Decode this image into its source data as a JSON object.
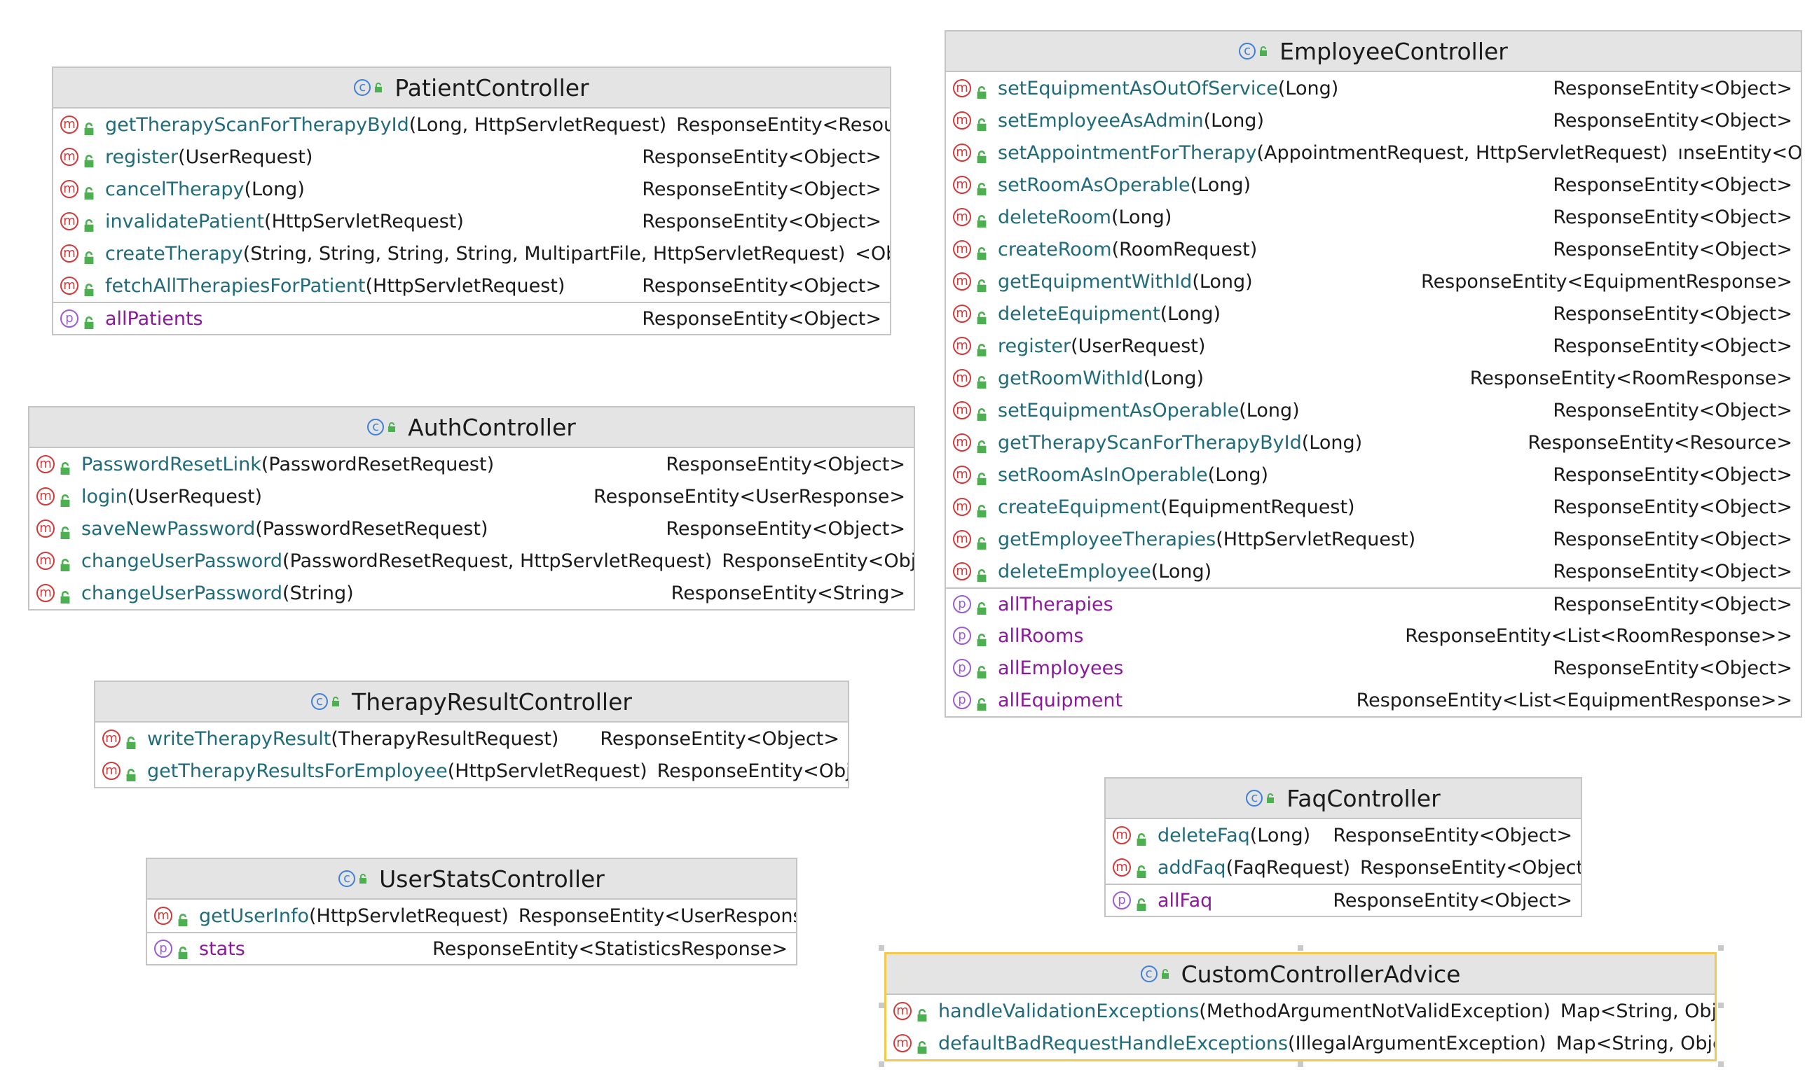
{
  "classes": {
    "patient": {
      "name": "PatientController",
      "methods": [
        {
          "name": "getTherapyScanForTherapyById",
          "params": "(Long, HttpServletRequest)",
          "ret": "ResponseEntity<Resource>"
        },
        {
          "name": "register",
          "params": "(UserRequest)",
          "ret": "ResponseEntity<Object>"
        },
        {
          "name": "cancelTherapy",
          "params": "(Long)",
          "ret": "ResponseEntity<Object>"
        },
        {
          "name": "invalidatePatient",
          "params": "(HttpServletRequest)",
          "ret": "ResponseEntity<Object>"
        },
        {
          "name": "createTherapy",
          "params": "(String, String, String, String, MultipartFile, HttpServletRequest)",
          "ret": "<Object>"
        },
        {
          "name": "fetchAllTherapiesForPatient",
          "params": "(HttpServletRequest)",
          "ret": "ResponseEntity<Object>"
        }
      ],
      "properties": [
        {
          "name": "allPatients",
          "ret": "ResponseEntity<Object>"
        }
      ]
    },
    "auth": {
      "name": "AuthController",
      "methods": [
        {
          "name": "PasswordResetLink",
          "params": "(PasswordResetRequest)",
          "ret": "ResponseEntity<Object>"
        },
        {
          "name": "login",
          "params": "(UserRequest)",
          "ret": "ResponseEntity<UserResponse>"
        },
        {
          "name": "saveNewPassword",
          "params": "(PasswordResetRequest)",
          "ret": "ResponseEntity<Object>"
        },
        {
          "name": "changeUserPassword",
          "params": "(PasswordResetRequest, HttpServletRequest)",
          "ret": "ResponseEntity<Object>"
        },
        {
          "name": "changeUserPassword",
          "params": "(String)",
          "ret": "ResponseEntity<String>"
        }
      ]
    },
    "therapyResult": {
      "name": "TherapyResultController",
      "methods": [
        {
          "name": "writeTherapyResult",
          "params": "(TherapyResultRequest)",
          "ret": "ResponseEntity<Object>"
        },
        {
          "name": "getTherapyResultsForEmployee",
          "params": "(HttpServletRequest)",
          "ret": "ResponseEntity<Object>"
        }
      ]
    },
    "userStats": {
      "name": "UserStatsController",
      "methods": [
        {
          "name": "getUserInfo",
          "params": "(HttpServletRequest)",
          "ret": "ResponseEntity<UserResponse>"
        }
      ],
      "properties": [
        {
          "name": "stats",
          "ret": "ResponseEntity<StatisticsResponse>"
        }
      ]
    },
    "employee": {
      "name": "EmployeeController",
      "methods": [
        {
          "name": "setEquipmentAsOutOfService",
          "params": "(Long)",
          "ret": "ResponseEntity<Object>"
        },
        {
          "name": "setEmployeeAsAdmin",
          "params": "(Long)",
          "ret": "ResponseEntity<Object>"
        },
        {
          "name": "setAppointmentForTherapy",
          "params": "(AppointmentRequest, HttpServletRequest)",
          "ret": "ınseEntity<Object>"
        },
        {
          "name": "setRoomAsOperable",
          "params": "(Long)",
          "ret": "ResponseEntity<Object>"
        },
        {
          "name": "deleteRoom",
          "params": "(Long)",
          "ret": "ResponseEntity<Object>"
        },
        {
          "name": "createRoom",
          "params": "(RoomRequest)",
          "ret": "ResponseEntity<Object>"
        },
        {
          "name": "getEquipmentWithId",
          "params": "(Long)",
          "ret": "ResponseEntity<EquipmentResponse>"
        },
        {
          "name": "deleteEquipment",
          "params": "(Long)",
          "ret": "ResponseEntity<Object>"
        },
        {
          "name": "register",
          "params": "(UserRequest)",
          "ret": "ResponseEntity<Object>"
        },
        {
          "name": "getRoomWithId",
          "params": "(Long)",
          "ret": "ResponseEntity<RoomResponse>"
        },
        {
          "name": "setEquipmentAsOperable",
          "params": "(Long)",
          "ret": "ResponseEntity<Object>"
        },
        {
          "name": "getTherapyScanForTherapyById",
          "params": "(Long)",
          "ret": "ResponseEntity<Resource>"
        },
        {
          "name": "setRoomAsInOperable",
          "params": "(Long)",
          "ret": "ResponseEntity<Object>"
        },
        {
          "name": "createEquipment",
          "params": "(EquipmentRequest)",
          "ret": "ResponseEntity<Object>"
        },
        {
          "name": "getEmployeeTherapies",
          "params": "(HttpServletRequest)",
          "ret": "ResponseEntity<Object>"
        },
        {
          "name": "deleteEmployee",
          "params": "(Long)",
          "ret": "ResponseEntity<Object>"
        }
      ],
      "properties": [
        {
          "name": "allTherapies",
          "ret": "ResponseEntity<Object>"
        },
        {
          "name": "allRooms",
          "ret": "ResponseEntity<List<RoomResponse>>"
        },
        {
          "name": "allEmployees",
          "ret": "ResponseEntity<Object>"
        },
        {
          "name": "allEquipment",
          "ret": "ResponseEntity<List<EquipmentResponse>>"
        }
      ]
    },
    "faq": {
      "name": "FaqController",
      "methods": [
        {
          "name": "deleteFaq",
          "params": "(Long)",
          "ret": "ResponseEntity<Object>"
        },
        {
          "name": "addFaq",
          "params": "(FaqRequest)",
          "ret": "ResponseEntity<Object>"
        }
      ],
      "properties": [
        {
          "name": "allFaq",
          "ret": "ResponseEntity<Object>"
        }
      ]
    },
    "advice": {
      "name": "CustomControllerAdvice",
      "methods": [
        {
          "name": "handleValidationExceptions",
          "params": " (MethodArgumentNotValidException)",
          "ret": "Map<String, Object>"
        },
        {
          "name": "defaultBadRequestHandleExceptions",
          "params": "(IllegalArgumentException)",
          "ret": "Map<String, Object>"
        }
      ]
    }
  },
  "icons": {
    "class_icon": "class-c-icon",
    "method_icon": "method-m-icon",
    "property_icon": "property-p-icon",
    "visibility_icon": "public-lock-icon"
  },
  "colors": {
    "method_name": "#1f6b7a",
    "property_name": "#8a1a9a",
    "method_icon": "#d23a3a",
    "property_icon": "#9b5bd4",
    "class_icon": "#3d7fd9",
    "selection": "#f2c94c"
  }
}
